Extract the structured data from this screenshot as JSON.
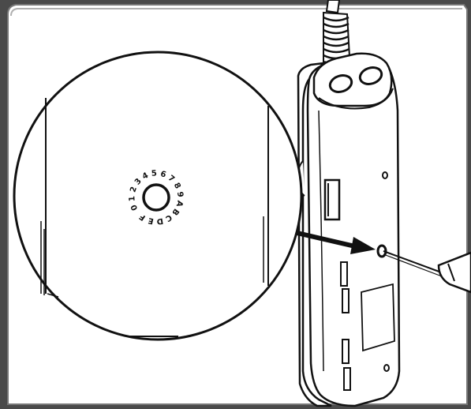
{
  "figure": {
    "dial_labels": [
      "0",
      "1",
      "2",
      "3",
      "4",
      "5",
      "6",
      "7",
      "8",
      "9",
      "A",
      "B",
      "C",
      "D",
      "E",
      "F"
    ],
    "colors": {
      "ink": "#111111",
      "paper": "#ffffff",
      "frame_dark": "#3a3a3a",
      "frame_mid": "#7a7a7a",
      "shade": "#d9d9d9"
    }
  }
}
